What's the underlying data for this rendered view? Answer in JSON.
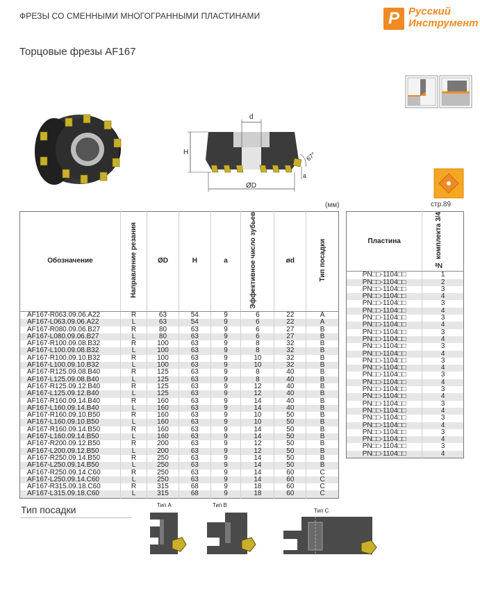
{
  "header": {
    "category": "ФРЕЗЫ СО СМЕННЫМИ МНОГОГРАННЫМИ ПЛАСТИНАМИ",
    "logo_line1": "Русский",
    "logo_line2": "Инструмент"
  },
  "subtitle": "Торцовые фрезы AF167",
  "drawing": {
    "d": "d",
    "H": "H",
    "D": "ØD",
    "a": "a",
    "angle": "67°"
  },
  "insert_ref": "стр.89",
  "units": "(мм)",
  "table": {
    "headers": {
      "code": "Обозначение",
      "direction": "Направление резания",
      "D": "ØD",
      "H": "H",
      "a": "a",
      "teeth": "Эффективное число зубьев",
      "d": "ød",
      "mount": "Тип посадки",
      "insert": "Пластина",
      "set": "№ комплекта 3/4"
    },
    "rows": [
      {
        "code": "AF167-R063.09.06.A22",
        "dir": "R",
        "D": "63",
        "H": "54",
        "a": "9",
        "z": "6",
        "d": "22",
        "m": "A",
        "ins": "PN□□-1104□□",
        "set": "1"
      },
      {
        "code": "AF167-L063.09.06.A22",
        "dir": "L",
        "D": "63",
        "H": "54",
        "a": "9",
        "z": "6",
        "d": "22",
        "m": "A",
        "ins": "PN□□-1104□□",
        "set": "2"
      },
      {
        "code": "AF167-R080.09.06.B27",
        "dir": "R",
        "D": "80",
        "H": "63",
        "a": "9",
        "z": "6",
        "d": "27",
        "m": "B",
        "ins": "PN□□-1104□□",
        "set": "3"
      },
      {
        "code": "AF167-L080.09.06.B27",
        "dir": "L",
        "D": "80",
        "H": "63",
        "a": "9",
        "z": "6",
        "d": "27",
        "m": "B",
        "ins": "PN□□-1104□□",
        "set": "4"
      },
      {
        "code": "AF167-R100.09.08.B32",
        "dir": "R",
        "D": "100",
        "H": "63",
        "a": "9",
        "z": "8",
        "d": "32",
        "m": "B",
        "ins": "PN□□-1104□□",
        "set": "3"
      },
      {
        "code": "AF167-L100.09.08.B32",
        "dir": "L",
        "D": "100",
        "H": "63",
        "a": "9",
        "z": "8",
        "d": "32",
        "m": "B",
        "ins": "PN□□-1104□□",
        "set": "4"
      },
      {
        "code": "AF167-R100.09.10.B32",
        "dir": "R",
        "D": "100",
        "H": "63",
        "a": "9",
        "z": "10",
        "d": "32",
        "m": "B",
        "ins": "PN□□-1104□□",
        "set": "3"
      },
      {
        "code": "AF167-L100.09.10.B32",
        "dir": "L",
        "D": "100",
        "H": "63",
        "a": "9",
        "z": "10",
        "d": "32",
        "m": "B",
        "ins": "PN□□-1104□□",
        "set": "4"
      },
      {
        "code": "AF167-R125.09.08.B40",
        "dir": "R",
        "D": "125",
        "H": "63",
        "a": "9",
        "z": "8",
        "d": "40",
        "m": "B",
        "ins": "PN□□-1104□□",
        "set": "3"
      },
      {
        "code": "AF167-L125.09.08.B40",
        "dir": "L",
        "D": "125",
        "H": "63",
        "a": "9",
        "z": "8",
        "d": "40",
        "m": "B",
        "ins": "PN□□-1104□□",
        "set": "4"
      },
      {
        "code": "AF167-R125.09.12.B40",
        "dir": "R",
        "D": "125",
        "H": "63",
        "a": "9",
        "z": "12",
        "d": "40",
        "m": "B",
        "ins": "PN□□-1104□□",
        "set": "3"
      },
      {
        "code": "AF167-L125.09.12.B40",
        "dir": "L",
        "D": "125",
        "H": "63",
        "a": "9",
        "z": "12",
        "d": "40",
        "m": "B",
        "ins": "PN□□-1104□□",
        "set": "4"
      },
      {
        "code": "AF167-R160.09.14.B40",
        "dir": "R",
        "D": "160",
        "H": "63",
        "a": "9",
        "z": "14",
        "d": "40",
        "m": "B",
        "ins": "PN□□-1104□□",
        "set": "3"
      },
      {
        "code": "AF167-L160.09.14.B40",
        "dir": "L",
        "D": "160",
        "H": "63",
        "a": "9",
        "z": "14",
        "d": "40",
        "m": "B",
        "ins": "PN□□-1104□□",
        "set": "4"
      },
      {
        "code": "AF167-R160.09.10.B50",
        "dir": "R",
        "D": "160",
        "H": "63",
        "a": "9",
        "z": "10",
        "d": "50",
        "m": "B",
        "ins": "PN□□-1104□□",
        "set": "3"
      },
      {
        "code": "AF167-L160.09.10.B50",
        "dir": "L",
        "D": "160",
        "H": "63",
        "a": "9",
        "z": "10",
        "d": "50",
        "m": "B",
        "ins": "PN□□-1104□□",
        "set": "4"
      },
      {
        "code": "AF167-R160.09.14.B50",
        "dir": "R",
        "D": "160",
        "H": "63",
        "a": "9",
        "z": "14",
        "d": "50",
        "m": "B",
        "ins": "PN□□-1104□□",
        "set": "3"
      },
      {
        "code": "AF167-L160.09.14.B50",
        "dir": "L",
        "D": "160",
        "H": "63",
        "a": "9",
        "z": "14",
        "d": "50",
        "m": "B",
        "ins": "PN□□-1104□□",
        "set": "4"
      },
      {
        "code": "AF167-R200.09.12.B50",
        "dir": "R",
        "D": "200",
        "H": "63",
        "a": "9",
        "z": "12",
        "d": "50",
        "m": "B",
        "ins": "PN□□-1104□□",
        "set": "3"
      },
      {
        "code": "AF167-L200.09.12.B50",
        "dir": "L",
        "D": "200",
        "H": "63",
        "a": "9",
        "z": "12",
        "d": "50",
        "m": "B",
        "ins": "PN□□-1104□□",
        "set": "4"
      },
      {
        "code": "AF167-R250.09.14.B50",
        "dir": "R",
        "D": "250",
        "H": "63",
        "a": "9",
        "z": "14",
        "d": "50",
        "m": "B",
        "ins": "PN□□-1104□□",
        "set": "3"
      },
      {
        "code": "AF167-L250.09.14.B50",
        "dir": "L",
        "D": "250",
        "H": "63",
        "a": "9",
        "z": "14",
        "d": "50",
        "m": "B",
        "ins": "PN□□-1104□□",
        "set": "4"
      },
      {
        "code": "AF167-R250.09.14.C60",
        "dir": "R",
        "D": "250",
        "H": "63",
        "a": "9",
        "z": "14",
        "d": "60",
        "m": "C",
        "ins": "PN□□-1104□□",
        "set": "3"
      },
      {
        "code": "AF167-L250.09.14.C60",
        "dir": "L",
        "D": "250",
        "H": "63",
        "a": "9",
        "z": "14",
        "d": "60",
        "m": "C",
        "ins": "PN□□-1104□□",
        "set": "4"
      },
      {
        "code": "AF167-R315.09.18.C60",
        "dir": "R",
        "D": "315",
        "H": "68",
        "a": "9",
        "z": "18",
        "d": "60",
        "m": "C",
        "ins": "PN□□-1104□□",
        "set": "3"
      },
      {
        "code": "AF167-L315.09.18.C60",
        "dir": "L",
        "D": "315",
        "H": "68",
        "a": "9",
        "z": "18",
        "d": "60",
        "m": "C",
        "ins": "PN□□-1104□□",
        "set": "4"
      }
    ]
  },
  "mount_types": {
    "title": "Тип посадки",
    "a": "Тип A",
    "b": "Тип B",
    "c": "Тип C"
  },
  "colors": {
    "accent": "#f08a24",
    "body": "#2a2a2a",
    "insert": "#c9b02a"
  }
}
